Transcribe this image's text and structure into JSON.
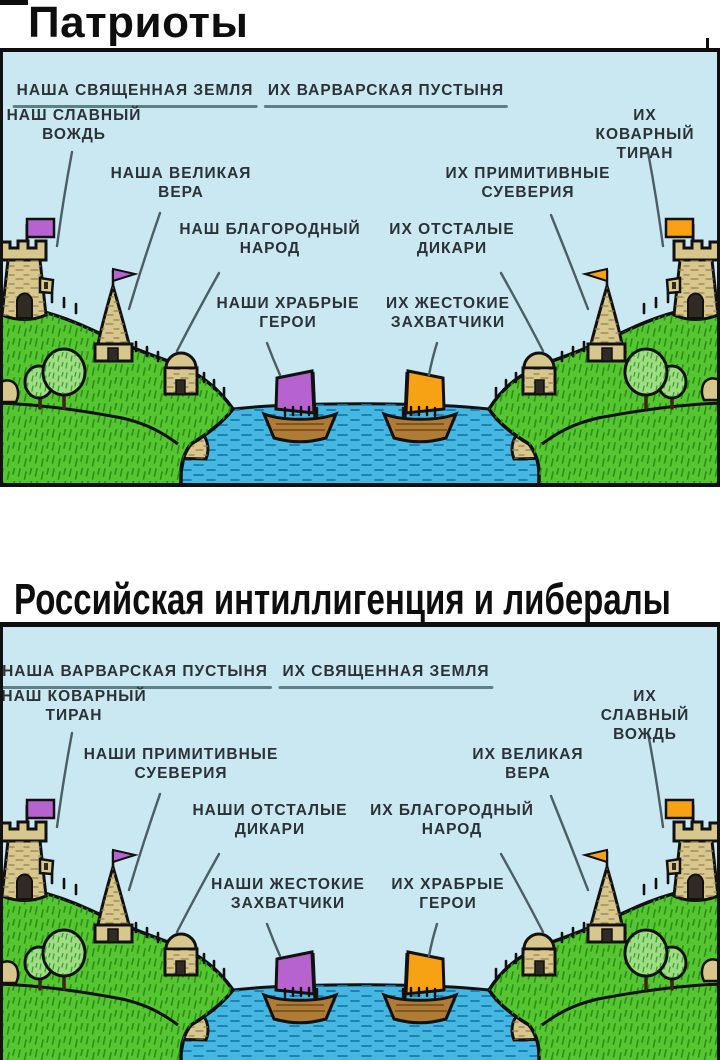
{
  "panels": [
    {
      "title": "Патриоты",
      "labels": {
        "our_land": "НАША СВЯЩЕННАЯ ЗЕМЛЯ",
        "their_land": "ИХ ВАРВАРСКАЯ ПУСТЫНЯ",
        "our_leader": "НАШ СЛАВНЫЙ\nВОЖДЬ",
        "their_leader": "ИХ КОВАРНЫЙ\nТИРАН",
        "our_faith": "НАША ВЕЛИКАЯ\nВЕРА",
        "their_faith": "ИХ ПРИМИТИВНЫЕ\nСУЕВЕРИЯ",
        "our_people": "НАШ БЛАГОРОДНЫЙ\nНАРОД",
        "their_people": "ИХ ОТСТАЛЫЕ\nДИКАРИ",
        "our_warriors": "НАШИ ХРАБРЫЕ\nГЕРОИ",
        "their_warriors": "ИХ ЖЕСТОКИЕ\nЗАХВАТЧИКИ"
      }
    },
    {
      "title": "Российская интиллигенция и либералы",
      "labels": {
        "our_land": "НАША ВАРВАРСКАЯ ПУСТЫНЯ",
        "their_land": "ИХ СВЯЩЕННАЯ ЗЕМЛЯ",
        "our_leader": "НАШ КОВАРНЫЙ\nТИРАН",
        "their_leader": "ИХ СЛАВНЫЙ\nВОЖДЬ",
        "our_faith": "НАШИ ПРИМИТИВНЫЕ\nСУЕВЕРИЯ",
        "their_faith": "ИХ ВЕЛИКАЯ\nВЕРА",
        "our_people": "НАШИ ОТСТАЛЫЕ\nДИКАРИ",
        "their_people": "ИХ БЛАГОРОДНЫЙ\nНАРОД",
        "our_warriors": "НАШИ ЖЕСТОКИЕ\nЗАХВАТЧИКИ",
        "their_warriors": "ИХ ХРАБРЫЕ\nГЕРОИ"
      }
    }
  ],
  "colors": {
    "sky": "#c9e8f2",
    "grass": "#55c631",
    "grass_hatch": "#2d9117",
    "water": "#46b7e0",
    "water_dash": "#157ab0",
    "stone": "#d8c78d",
    "stone_hatch": "#93804f",
    "tree": "#9fdc85",
    "tree_hatch": "#3aa32a",
    "hull": "#b07b35",
    "purple": "#b763cf",
    "orange": "#f7a114",
    "ink": "#2c3136",
    "underline": "#5d8086",
    "leader_line": "#4c5d63"
  }
}
